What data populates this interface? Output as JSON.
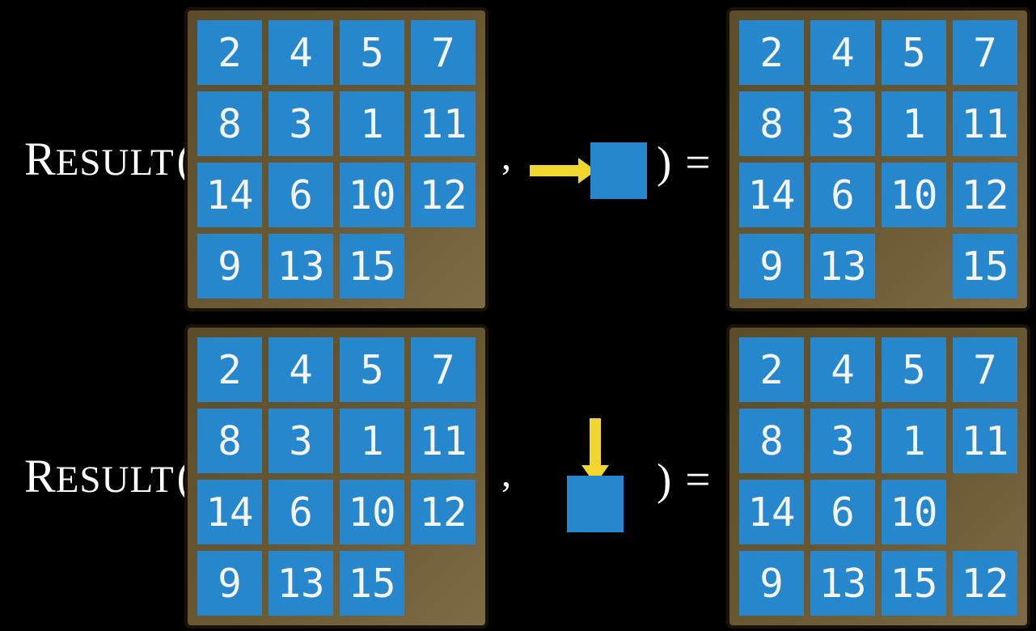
{
  "colors": {
    "background": "#000000",
    "board_bg": "#6a5832",
    "board_bg_dark": "#5c4c29",
    "board_bg_light": "#7d6c45",
    "board_border": "#19120a",
    "tile": "#2787cd",
    "tile_text": "#f5f5f5",
    "arrow": "#f0d62f",
    "text": "#ffffff"
  },
  "function": {
    "name_initial": "R",
    "name_rest": "ESULT",
    "open_paren": "(",
    "comma": ",",
    "close_paren": ")",
    "equals": "="
  },
  "examples": [
    {
      "move_direction": "right",
      "action_icon": "right-arrow-into-tile-icon",
      "before": [
        [
          2,
          4,
          5,
          7
        ],
        [
          8,
          3,
          1,
          11
        ],
        [
          14,
          6,
          10,
          12
        ],
        [
          9,
          13,
          15,
          null
        ]
      ],
      "after": [
        [
          2,
          4,
          5,
          7
        ],
        [
          8,
          3,
          1,
          11
        ],
        [
          14,
          6,
          10,
          12
        ],
        [
          9,
          13,
          null,
          15
        ]
      ]
    },
    {
      "move_direction": "down",
      "action_icon": "down-arrow-into-tile-icon",
      "before": [
        [
          2,
          4,
          5,
          7
        ],
        [
          8,
          3,
          1,
          11
        ],
        [
          14,
          6,
          10,
          12
        ],
        [
          9,
          13,
          15,
          null
        ]
      ],
      "after": [
        [
          2,
          4,
          5,
          7
        ],
        [
          8,
          3,
          1,
          11
        ],
        [
          14,
          6,
          10,
          null
        ],
        [
          9,
          13,
          15,
          12
        ]
      ]
    }
  ]
}
